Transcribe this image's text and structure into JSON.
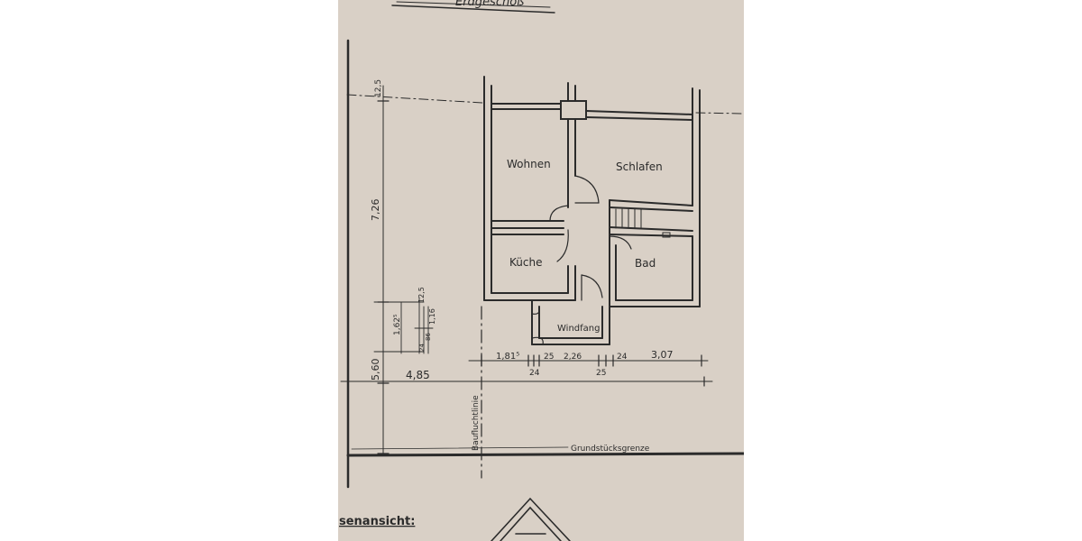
{
  "top_fragment": "Erdgeschoß",
  "rooms": {
    "wohnen": "Wohnen",
    "schlafen": "Schlafen",
    "kueche": "Küche",
    "bad": "Bad",
    "windfang": "Windfang"
  },
  "dimensions": {
    "top_offset": "12,5",
    "house_depth": "7,26",
    "setback": "5,60",
    "left_width": "4,85",
    "width_a": "1,81⁵",
    "wall_24a": "24",
    "wall_25a": "25",
    "width_b": "2,26",
    "wall_25b": "25",
    "wall_24b": "24",
    "width_c": "3,07",
    "window_h": "1,62⁵",
    "sill_a": "1,16",
    "sill_b": "12,5",
    "small_a": "24",
    "small_b": "86"
  },
  "labels": {
    "baufluchtlinie": "Baufluchtlinie",
    "grundstuecksgrenze": "Grundstücksgrenze",
    "bottom_heading": "senansicht:"
  }
}
